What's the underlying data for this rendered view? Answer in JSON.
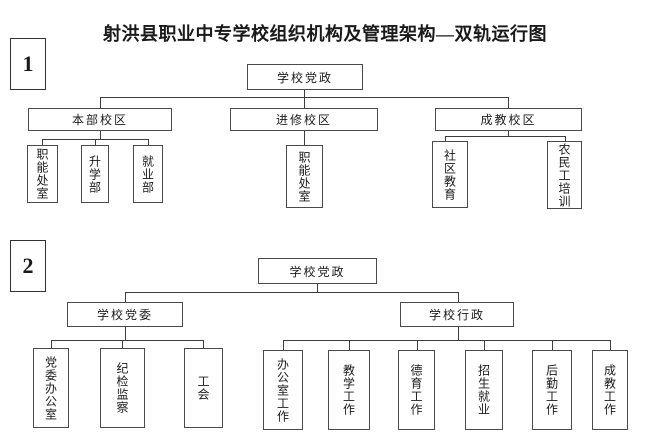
{
  "title": "射洪县职业中专学校组织机构及管理架构—双轨运行图",
  "colors": {
    "background": "#ffffff",
    "line": "#3d3d3d",
    "text": "#1a1a1a"
  },
  "sections": [
    {
      "marker": "1",
      "root": "学校党政",
      "branches": [
        {
          "label": "本部校区",
          "children": [
            "职能处室",
            "升学部",
            "就业部"
          ]
        },
        {
          "label": "进修校区",
          "children": [
            "职能处室"
          ]
        },
        {
          "label": "成教校区",
          "children": [
            "社区教育",
            "农民工培训"
          ]
        }
      ]
    },
    {
      "marker": "2",
      "root": "学校党政",
      "branches": [
        {
          "label": "学校党委",
          "children": [
            "党委办公室",
            "纪检监察",
            "工会"
          ]
        },
        {
          "label": "学校行政",
          "children": [
            "办公室工作",
            "教学工作",
            "德育工作",
            "招生就业",
            "后勤工作",
            "成教工作"
          ]
        }
      ]
    }
  ]
}
